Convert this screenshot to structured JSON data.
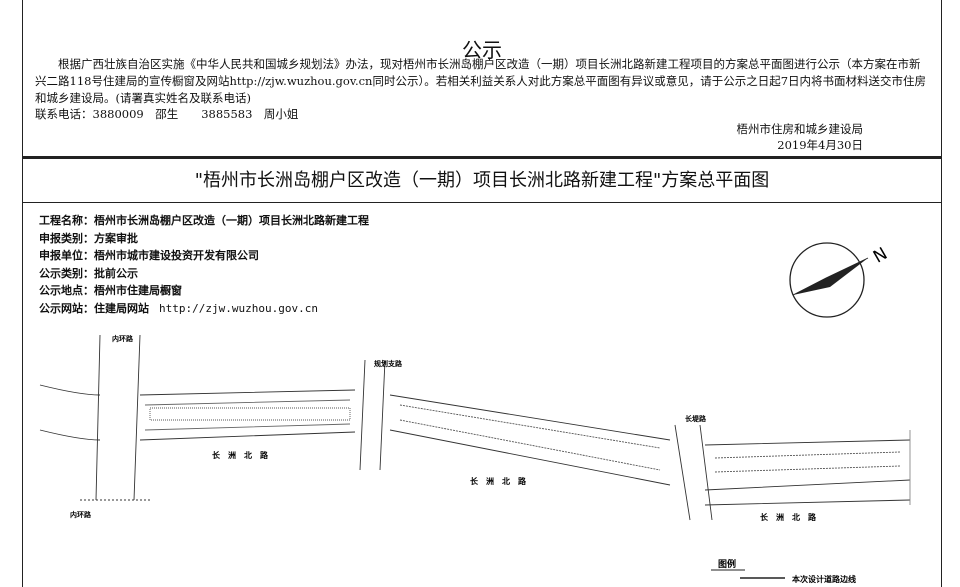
{
  "notice": {
    "title": "公示",
    "body": "根据广西壮族自治区实施《中华人民共和国城乡规划法》办法，现对梧州市长洲岛棚户区改造（一期）项目长洲北路新建工程项目的方案总平面图进行公示（本方案在市新兴二路118号住建局的宣传橱窗及网站http://zjw.wuzhou.gov.cn同时公示）。若相关利益关系人对此方案总平面图有异议或意见，请于公示之日起7日内将书面材料送交市住房和城乡建设局。(请署真实姓名及联系电话)",
    "contact": "联系电话：3880009　邵生　　3885583　周小姐",
    "org": "梧州市住房和城乡建设局",
    "date": "2019年4月30日"
  },
  "plan_title": "\"梧州市长洲岛棚户区改造（一期）项目长洲北路新建工程\"方案总平面图",
  "info": [
    {
      "label": "工程名称：",
      "value": "梧州市长洲岛棚户区改造（一期）项目长洲北路新建工程"
    },
    {
      "label": "申报类别：",
      "value": "方案审批"
    },
    {
      "label": "申报单位：",
      "value": "梧州市城市建设投资开发有限公司"
    },
    {
      "label": "公示类别：",
      "value": "批前公示"
    },
    {
      "label": "公示地点：",
      "value": "梧州市住建局橱窗"
    },
    {
      "label": "公示网站：",
      "value": "住建局网站",
      "url": "http://zjw.wuzhou.gov.cn"
    }
  ],
  "compass": "N",
  "map_labels": {
    "inner_ring_top": "内环路",
    "inner_ring_bottom": "内环路",
    "planned_branch": "规划支路",
    "road1": "长　洲　北　路",
    "road2": "长　洲　北　路",
    "road3": "长　洲　北　路",
    "dike_road": "长堤路"
  },
  "legend": {
    "title": "图例",
    "item": "本次设计道路边线"
  }
}
